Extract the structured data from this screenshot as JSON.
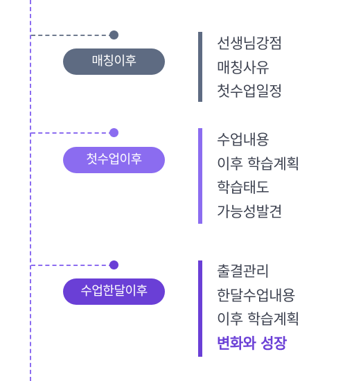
{
  "colors": {
    "gray": "#5e6b82",
    "purple_light": "#8b6cf0",
    "purple_dark": "#6a3fd6",
    "text": "#3d4250"
  },
  "stages": [
    {
      "label": "매칭이후",
      "items": [
        "선생님강점",
        "매칭사유",
        "첫수업일정"
      ]
    },
    {
      "label": "첫수업이후",
      "items": [
        "수업내용",
        "이후 학습계획",
        "학습태도",
        "가능성발견"
      ]
    },
    {
      "label": "수업한달이후",
      "items": [
        "출결관리",
        "한달수업내용",
        "이후 학습계획",
        "변화와 성장"
      ],
      "highlight_item": "변화와 성장"
    }
  ]
}
